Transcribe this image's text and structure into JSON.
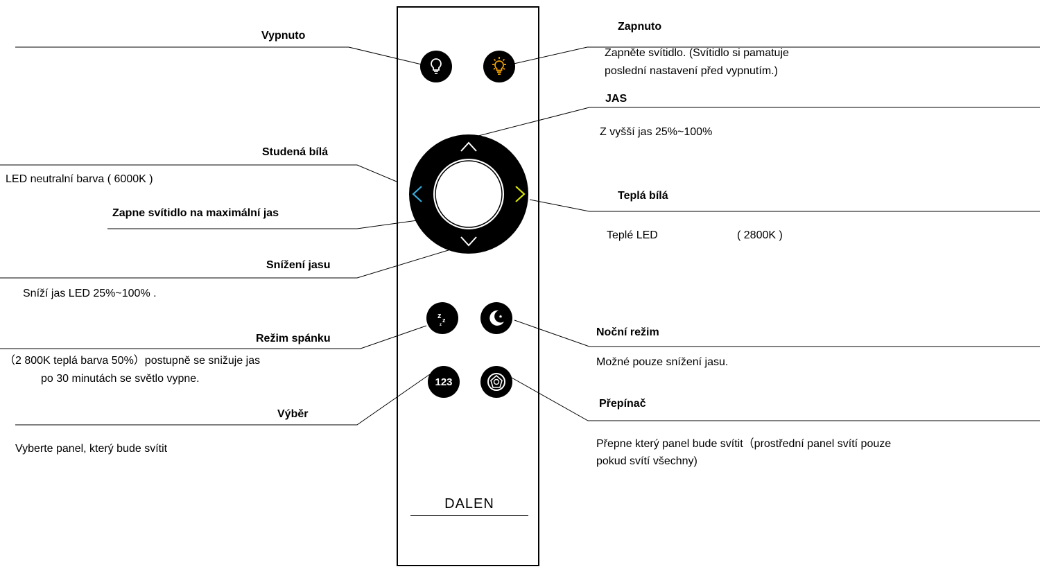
{
  "remote": {
    "brand": "DALEN",
    "select_button_text": "123",
    "icons": [
      "bulb-off-icon",
      "bulb-on-icon",
      "sleep-zz-icon",
      "moon-icon",
      "switch-icon"
    ],
    "colors": {
      "cool_arrow": "#3aaee0",
      "warm_arrow": "#d8e400",
      "bulb_on": "#f5a300"
    }
  },
  "labels": {
    "off_title": "Vypnuto",
    "on_title": "Zapnuto",
    "on_desc_1": "Zapněte svítidlo. (Svítidlo si pamatuje",
    "on_desc_2": "poslední nastavení před vypnutím.)",
    "jas_title": "JAS",
    "jas_desc": "Z vyšší jas 25%~100%",
    "cool_title": "Studená bílá",
    "cool_desc": "LED neutralní barva ( 6000K )",
    "warm_title": "Teplá bílá",
    "warm_desc_1": "Teplé LED",
    "warm_desc_2": "( 2800K )",
    "max_title": "Zapne svítidlo na maximální jas",
    "dim_title": "Snížení jasu",
    "dim_desc": "Sníží jas LED 25%~100% .",
    "sleep_title": "Režim spánku",
    "sleep_desc_1": "（2 800K teplá barva 50%）postupně se snižuje jas",
    "sleep_desc_2": "po 30 minutách se světlo vypne.",
    "night_title": "Noční režim",
    "night_desc": "Možné pouze snížení jasu.",
    "select_title": "Výběr",
    "select_desc": "Vyberte panel, který bude svítit",
    "switch_title": "Přepínač",
    "switch_desc_1": "Přepne který panel bude svítit（prostřední panel svítí pouze",
    "switch_desc_2": "pokud svítí všechny)"
  }
}
